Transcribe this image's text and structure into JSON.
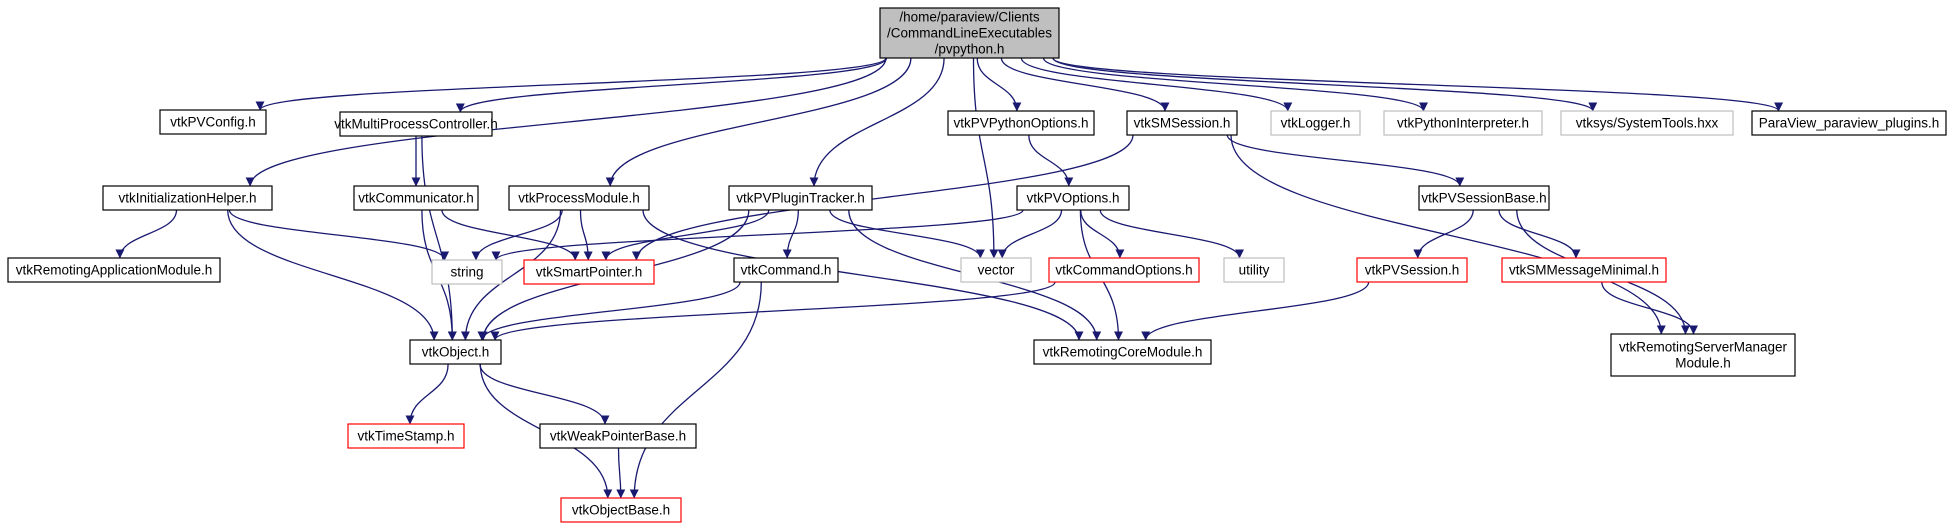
{
  "colors": {
    "edge": "#191970",
    "root_fill": "#bfbfbf",
    "border_normal": "#000000",
    "border_red": "#ff0000",
    "border_gray": "#bfbfbf",
    "text": "#000000",
    "background": "#ffffff"
  },
  "nodes": [
    {
      "id": "pvpython",
      "lines": [
        "/home/paraview/Clients",
        "/CommandLineExecutables",
        "/pvpython.h"
      ],
      "style": "root"
    },
    {
      "id": "vtkPVConfig",
      "lines": [
        "vtkPVConfig.h"
      ],
      "style": "normal"
    },
    {
      "id": "vtkMultiProcessController",
      "lines": [
        "vtkMultiProcessController.h"
      ],
      "style": "normal"
    },
    {
      "id": "vtkPVPythonOptions",
      "lines": [
        "vtkPVPythonOptions.h"
      ],
      "style": "normal"
    },
    {
      "id": "vtkSMSession",
      "lines": [
        "vtkSMSession.h"
      ],
      "style": "normal"
    },
    {
      "id": "vtkLogger",
      "lines": [
        "vtkLogger.h"
      ],
      "style": "gray"
    },
    {
      "id": "vtkPythonInterpreter",
      "lines": [
        "vtkPythonInterpreter.h"
      ],
      "style": "gray"
    },
    {
      "id": "SystemTools",
      "lines": [
        "vtksys/SystemTools.hxx"
      ],
      "style": "gray"
    },
    {
      "id": "ParaViewPlugins",
      "lines": [
        "ParaView_paraview_plugins.h"
      ],
      "style": "normal"
    },
    {
      "id": "vtkInitializationHelper",
      "lines": [
        "vtkInitializationHelper.h"
      ],
      "style": "normal"
    },
    {
      "id": "vtkCommunicator",
      "lines": [
        "vtkCommunicator.h"
      ],
      "style": "normal"
    },
    {
      "id": "vtkProcessModule",
      "lines": [
        "vtkProcessModule.h"
      ],
      "style": "normal"
    },
    {
      "id": "vtkPVPluginTracker",
      "lines": [
        "vtkPVPluginTracker.h"
      ],
      "style": "normal"
    },
    {
      "id": "vtkPVOptions",
      "lines": [
        "vtkPVOptions.h"
      ],
      "style": "normal"
    },
    {
      "id": "vtkPVSessionBase",
      "lines": [
        "vtkPVSessionBase.h"
      ],
      "style": "normal"
    },
    {
      "id": "vtkRemotingApplicationModule",
      "lines": [
        "vtkRemotingApplicationModule.h"
      ],
      "style": "normal"
    },
    {
      "id": "string",
      "lines": [
        "string"
      ],
      "style": "gray"
    },
    {
      "id": "vtkSmartPointer",
      "lines": [
        "vtkSmartPointer.h"
      ],
      "style": "red"
    },
    {
      "id": "vtkCommand",
      "lines": [
        "vtkCommand.h"
      ],
      "style": "normal"
    },
    {
      "id": "vector",
      "lines": [
        "vector"
      ],
      "style": "gray"
    },
    {
      "id": "vtkCommandOptions",
      "lines": [
        "vtkCommandOptions.h"
      ],
      "style": "red"
    },
    {
      "id": "utility",
      "lines": [
        "utility"
      ],
      "style": "gray"
    },
    {
      "id": "vtkPVSession",
      "lines": [
        "vtkPVSession.h"
      ],
      "style": "red"
    },
    {
      "id": "vtkSMMessageMinimal",
      "lines": [
        "vtkSMMessageMinimal.h"
      ],
      "style": "red"
    },
    {
      "id": "vtkObject",
      "lines": [
        "vtkObject.h"
      ],
      "style": "normal"
    },
    {
      "id": "vtkRemotingCoreModule",
      "lines": [
        "vtkRemotingCoreModule.h"
      ],
      "style": "normal"
    },
    {
      "id": "vtkRemotingServerManagerModule",
      "lines": [
        "vtkRemotingServerManager",
        "Module.h"
      ],
      "style": "normal"
    },
    {
      "id": "vtkTimeStamp",
      "lines": [
        "vtkTimeStamp.h"
      ],
      "style": "red"
    },
    {
      "id": "vtkWeakPointerBase",
      "lines": [
        "vtkWeakPointerBase.h"
      ],
      "style": "normal"
    },
    {
      "id": "vtkObjectBase",
      "lines": [
        "vtkObjectBase.h"
      ],
      "style": "red"
    }
  ],
  "edges": [
    [
      "pvpython",
      "vtkPVConfig"
    ],
    [
      "pvpython",
      "vtkMultiProcessController"
    ],
    [
      "pvpython",
      "vtkInitializationHelper"
    ],
    [
      "pvpython",
      "vtkProcessModule"
    ],
    [
      "pvpython",
      "vtkPVPluginTracker"
    ],
    [
      "pvpython",
      "vector"
    ],
    [
      "pvpython",
      "vtkPVPythonOptions"
    ],
    [
      "pvpython",
      "vtkSMSession"
    ],
    [
      "pvpython",
      "vtkLogger"
    ],
    [
      "pvpython",
      "vtkPythonInterpreter"
    ],
    [
      "pvpython",
      "SystemTools"
    ],
    [
      "pvpython",
      "ParaViewPlugins"
    ],
    [
      "vtkMultiProcessController",
      "vtkCommunicator"
    ],
    [
      "vtkMultiProcessController",
      "vtkObject"
    ],
    [
      "vtkInitializationHelper",
      "vtkRemotingApplicationModule"
    ],
    [
      "vtkInitializationHelper",
      "string"
    ],
    [
      "vtkInitializationHelper",
      "vtkObject"
    ],
    [
      "vtkCommunicator",
      "vtkObject"
    ],
    [
      "vtkCommunicator",
      "vtkSmartPointer"
    ],
    [
      "vtkProcessModule",
      "string"
    ],
    [
      "vtkProcessModule",
      "vtkSmartPointer"
    ],
    [
      "vtkProcessModule",
      "vtkObject"
    ],
    [
      "vtkProcessModule",
      "vtkRemotingCoreModule"
    ],
    [
      "vtkPVPluginTracker",
      "vtkSmartPointer"
    ],
    [
      "vtkPVPluginTracker",
      "vtkCommand"
    ],
    [
      "vtkPVPluginTracker",
      "vtkObject"
    ],
    [
      "vtkPVPluginTracker",
      "vector"
    ],
    [
      "vtkPVPluginTracker",
      "vtkRemotingCoreModule"
    ],
    [
      "vtkPVPythonOptions",
      "vtkPVOptions"
    ],
    [
      "vtkPVOptions",
      "string"
    ],
    [
      "vtkPVOptions",
      "vector"
    ],
    [
      "vtkPVOptions",
      "vtkCommandOptions"
    ],
    [
      "vtkPVOptions",
      "utility"
    ],
    [
      "vtkPVOptions",
      "vtkRemotingCoreModule"
    ],
    [
      "vtkSMSession",
      "vtkSmartPointer"
    ],
    [
      "vtkSMSession",
      "vtkPVSessionBase"
    ],
    [
      "vtkSMSession",
      "vtkRemotingServerManagerModule"
    ],
    [
      "vtkPVSessionBase",
      "vtkPVSession"
    ],
    [
      "vtkPVSessionBase",
      "vtkSMMessageMinimal"
    ],
    [
      "vtkPVSessionBase",
      "vtkRemotingServerManagerModule"
    ],
    [
      "vtkCommand",
      "vtkObject"
    ],
    [
      "vtkCommand",
      "vtkObjectBase"
    ],
    [
      "vtkCommandOptions",
      "vtkObject"
    ],
    [
      "vtkPVSession",
      "vtkRemotingCoreModule"
    ],
    [
      "vtkSMMessageMinimal",
      "vtkRemotingServerManagerModule"
    ],
    [
      "vtkObject",
      "vtkTimeStamp"
    ],
    [
      "vtkObject",
      "vtkWeakPointerBase"
    ],
    [
      "vtkObject",
      "vtkObjectBase"
    ],
    [
      "vtkWeakPointerBase",
      "vtkObjectBase"
    ]
  ]
}
